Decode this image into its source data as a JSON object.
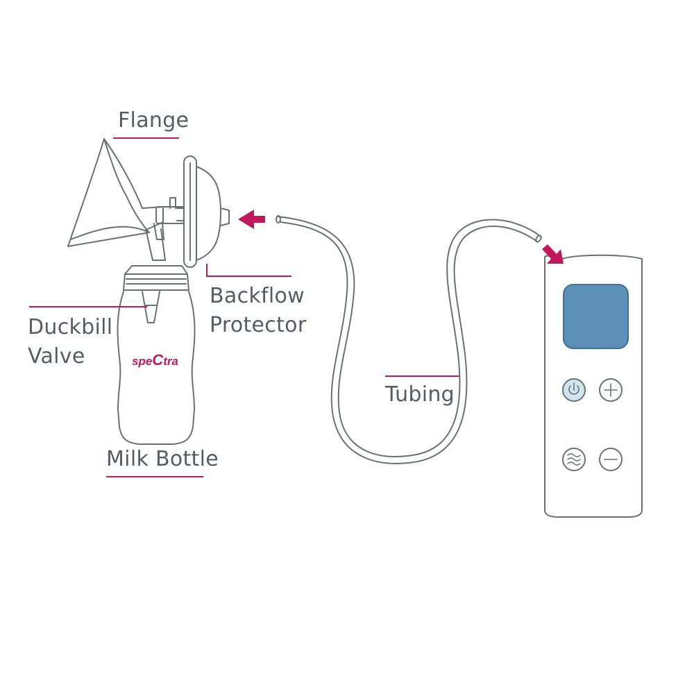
{
  "labels": {
    "flange": "Flange",
    "backflow_line1": "Backflow",
    "backflow_line2": "Protector",
    "duckbill_line1": "Duckbill",
    "duckbill_line2": "Valve",
    "milk_bottle": "Milk Bottle",
    "tubing": "Tubing"
  },
  "brand": {
    "prefix": "spe",
    "highlight": "C",
    "suffix": "tra"
  },
  "icons": {
    "power": "power-icon",
    "plus": "plus-icon",
    "mode": "wave-mode-icon",
    "minus": "minus-icon",
    "arrow_left": "arrow-left-icon",
    "arrow_down": "arrow-down-icon"
  },
  "colors": {
    "accent": "#c2185b",
    "outline": "#6b6f73",
    "screen": "#5b8fb5",
    "power_button": "#cfe6f0",
    "label_text": "#555c63"
  }
}
